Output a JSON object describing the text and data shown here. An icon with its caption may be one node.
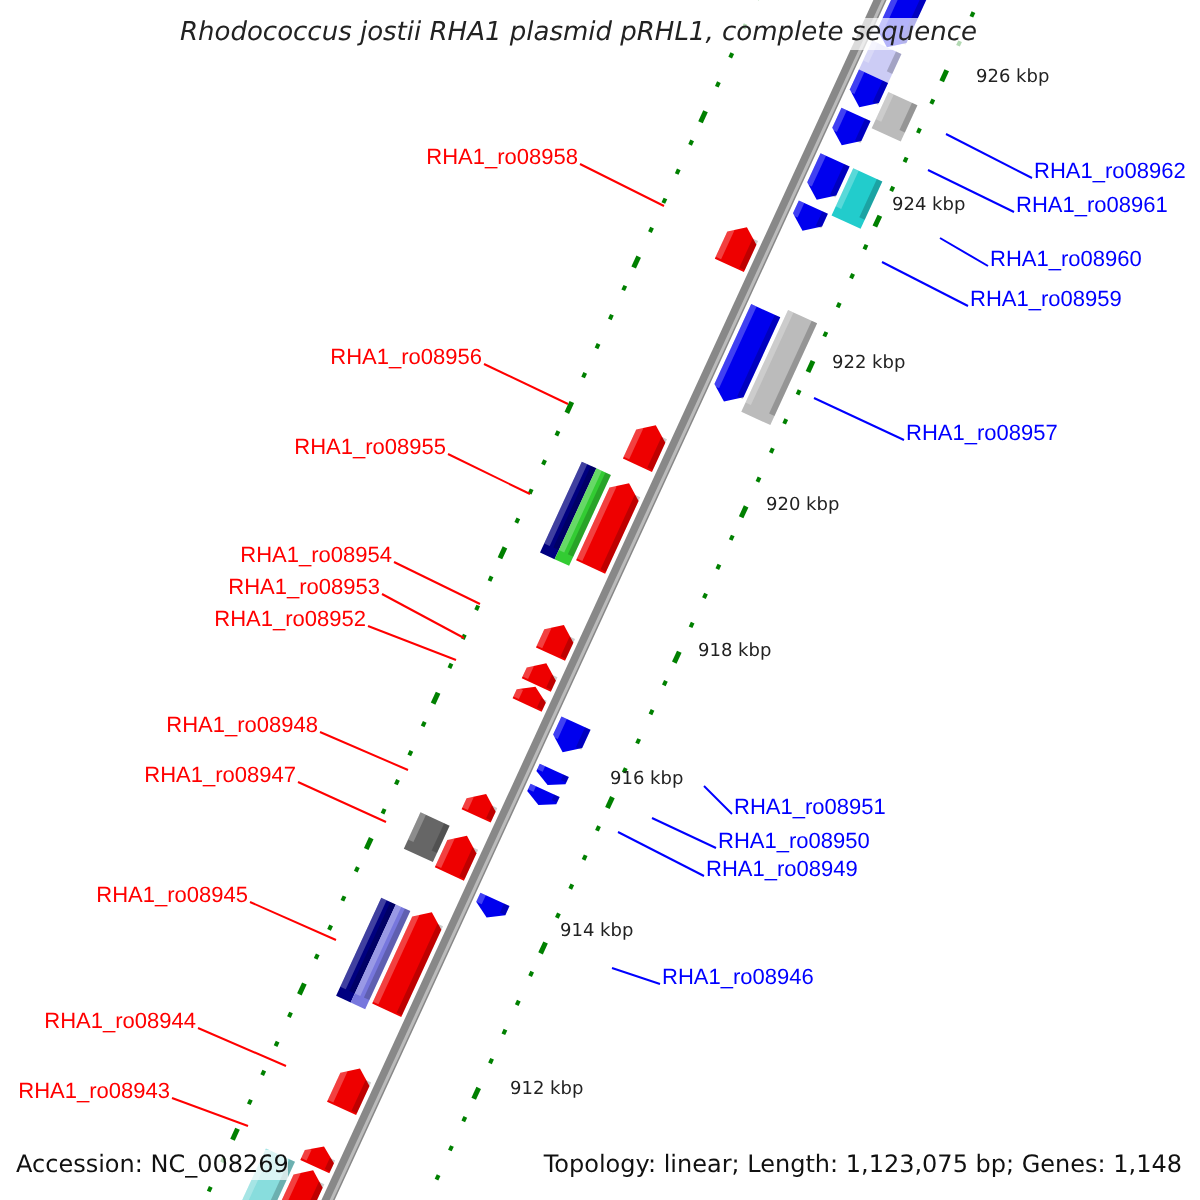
{
  "diagram": {
    "title": "Rhodococcus jostii RHA1 plasmid pRHL1, complete sequence",
    "nodes": [
      {
        "text": [
          "RHA1_ro08958"
        ]
      },
      {
        "text": [
          "RHA1_ro08962"
        ]
      },
      {
        "text": [
          "RHA1_ro08961"
        ]
      },
      {
        "text": [
          "RHA1_ro08960"
        ]
      },
      {
        "text": [
          "RHA1_ro08959"
        ]
      },
      {
        "text": [
          "RHA1_ro08956"
        ]
      },
      {
        "text": [
          "RHA1_ro08957"
        ]
      },
      {
        "text": [
          "RHA1_ro08955"
        ]
      },
      {
        "text": [
          "RHA1_ro08954"
        ]
      },
      {
        "text": [
          "RHA1_ro08953"
        ]
      },
      {
        "text": [
          "RHA1_ro08952"
        ]
      },
      {
        "text": [
          "RHA1_ro08948"
        ]
      },
      {
        "text": [
          "RHA1_ro08947"
        ]
      },
      {
        "text": [
          "RHA1_ro08951"
        ]
      },
      {
        "text": [
          "RHA1_ro08950"
        ]
      },
      {
        "text": [
          "RHA1_ro08949"
        ]
      },
      {
        "text": [
          "RHA1_ro08945"
        ]
      },
      {
        "text": [
          "RHA1_ro08946"
        ]
      },
      {
        "text": [
          "RHA1_ro08944"
        ]
      },
      {
        "text": [
          "RHA1_ro08943"
        ]
      }
    ],
    "edges": [
      {
        "from": 0,
        "to": null,
        "arrow": "none"
      },
      {
        "from": 1,
        "to": null,
        "arrow": "none",
        "color": "#0000ff"
      },
      {
        "from": 2,
        "to": null,
        "arrow": "none",
        "color": "#0000ff"
      },
      {
        "from": 3,
        "to": null,
        "arrow": "none",
        "color": "#0000ff"
      },
      {
        "from": 4,
        "to": null,
        "arrow": "none",
        "color": "#0000ff"
      },
      {
        "from": 5,
        "to": null,
        "arrow": "none"
      },
      {
        "from": 6,
        "to": null,
        "arrow": "none",
        "color": "#0000ff"
      },
      {
        "from": 7,
        "to": null,
        "arrow": "none"
      },
      {
        "from": 8,
        "to": null,
        "arrow": "none"
      },
      {
        "from": 9,
        "to": null,
        "arrow": "none"
      },
      {
        "from": 10,
        "to": null,
        "arrow": "none"
      },
      {
        "from": 11,
        "to": null,
        "arrow": "none"
      },
      {
        "from": 12,
        "to": null,
        "arrow": "none"
      },
      {
        "from": 13,
        "to": null,
        "arrow": "none",
        "color": "#0000ff"
      },
      {
        "from": 14,
        "to": null,
        "arrow": "none",
        "color": "#0000ff"
      },
      {
        "from": 15,
        "to": null,
        "arrow": "none",
        "color": "#0000ff"
      },
      {
        "from": 16,
        "to": null,
        "arrow": "none"
      },
      {
        "from": 17,
        "to": null,
        "arrow": "none",
        "color": "#0000ff"
      },
      {
        "from": 18,
        "to": null,
        "arrow": "none"
      },
      {
        "from": 19,
        "to": null,
        "arrow": "none"
      }
    ],
    "labels": [
      "926 kbp",
      "924 kbp",
      "922 kbp",
      "920 kbp",
      "918 kbp",
      "916 kbp",
      "914 kbp",
      "912 kbp",
      "Accession: NC_008269",
      "Topology: linear; Length: 1,123,075 bp; Genes: 1,148"
    ]
  }
}
